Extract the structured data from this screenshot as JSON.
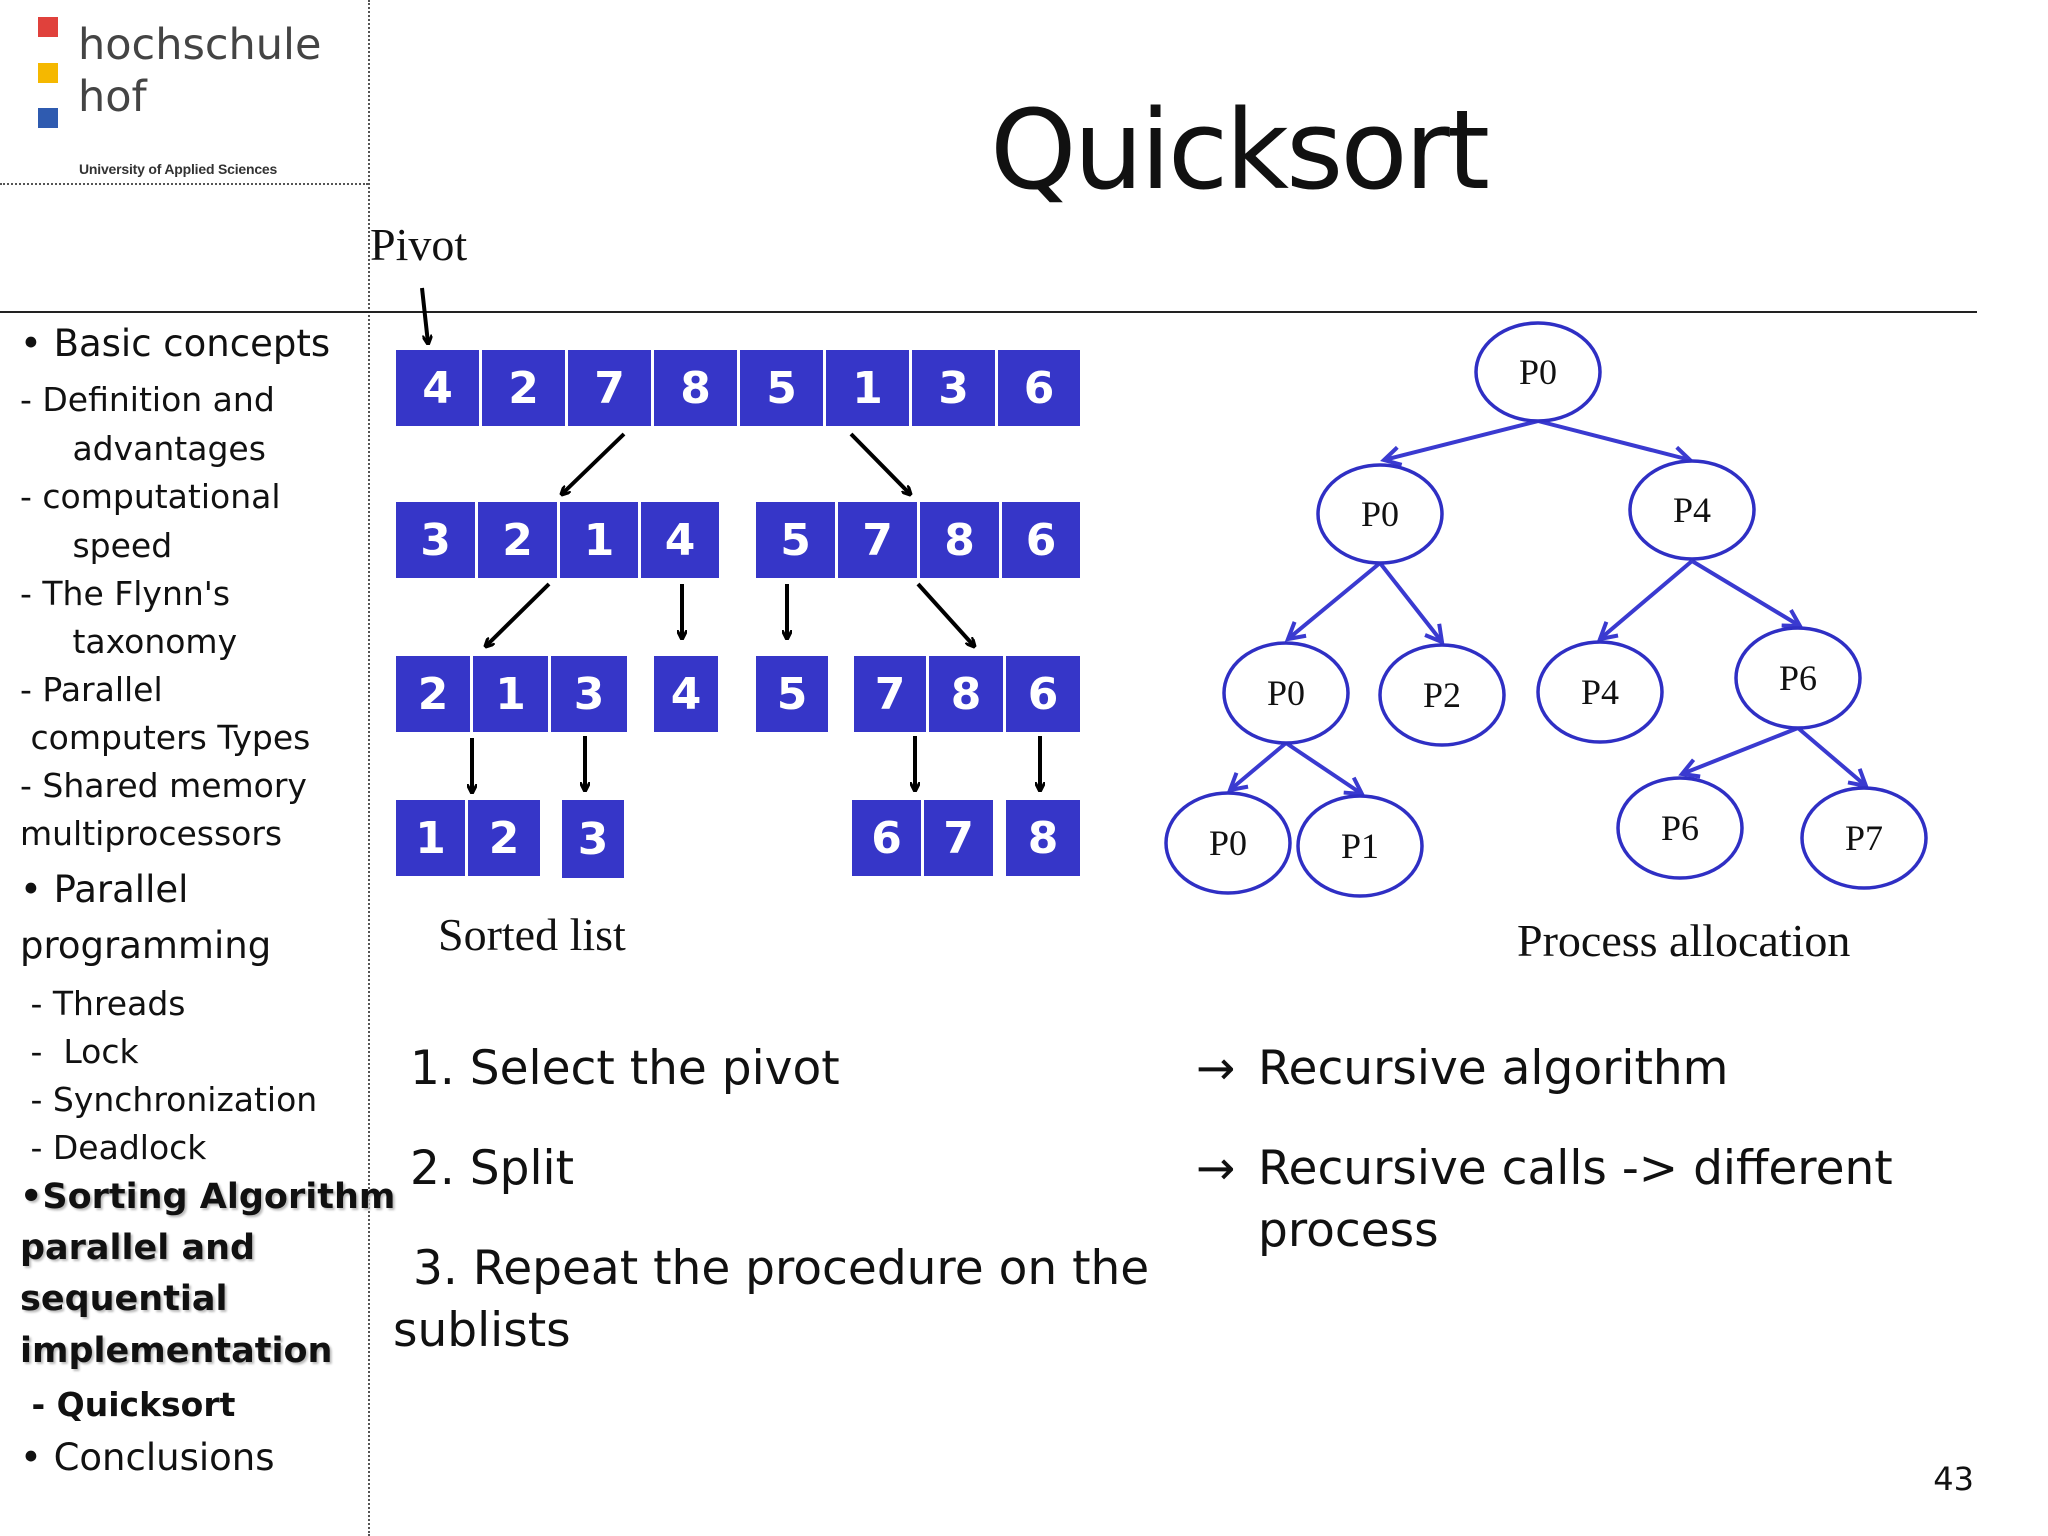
{
  "logo": {
    "line1": "hochschule",
    "line2": "hof",
    "subtitle": "University of Applied Sciences",
    "colors": [
      "#e0413c",
      "#f5b800",
      "#2f5bb0"
    ]
  },
  "slide": {
    "title": "Quicksort",
    "page_number": "43"
  },
  "sidebar": {
    "items": [
      {
        "text": "• Basic concepts",
        "level": 1
      },
      {
        "text": " - Definition and",
        "level": 2
      },
      {
        "text": "     advantages",
        "level": 2
      },
      {
        "text": " - computational",
        "level": 2
      },
      {
        "text": "     speed",
        "level": 2
      },
      {
        "text": " - The Flynn's",
        "level": 2
      },
      {
        "text": "     taxonomy",
        "level": 2
      },
      {
        "text": "- Parallel",
        "level": 2
      },
      {
        "text": " computers Types",
        "level": 2
      },
      {
        "text": " - Shared memory",
        "level": 2
      },
      {
        "text": "multiprocessors",
        "level": 2
      },
      {
        "text": "• Parallel",
        "level": 1
      },
      {
        "text": "programming",
        "level": 1
      },
      {
        "text": " - Threads",
        "level": 2
      },
      {
        "text": " -  Lock",
        "level": 2
      },
      {
        "text": " - Synchronization",
        "level": 2
      },
      {
        "text": " - Deadlock",
        "level": 2
      },
      {
        "text": "•Sorting Algorithm",
        "level": "active"
      },
      {
        "text": "parallel and",
        "level": "active"
      },
      {
        "text": "sequential",
        "level": "active"
      },
      {
        "text": "implementation",
        "level": "active"
      },
      {
        "text": " - Quicksort",
        "level": "active-sub"
      },
      {
        "text": "• Conclusions",
        "level": 1
      }
    ]
  },
  "sort_diagram": {
    "pivot_label": "Pivot",
    "row1": [
      "4",
      "2",
      "7",
      "8",
      "5",
      "1",
      "3",
      "6"
    ],
    "row2_left": [
      "3",
      "2",
      "1",
      "4"
    ],
    "row2_right": [
      "5",
      "7",
      "8",
      "6"
    ],
    "row3_a": [
      "2",
      "1",
      "3"
    ],
    "row3_b": [
      "4"
    ],
    "row3_c": [
      "5"
    ],
    "row3_d": [
      "7",
      "8",
      "6"
    ],
    "row4_a": [
      "1",
      "2"
    ],
    "row4_b": [
      "3"
    ],
    "row4_c": [
      "6",
      "7"
    ],
    "row4_d": [
      "8"
    ],
    "caption": "Sorted list",
    "cell_color": "#3636c8"
  },
  "process_tree": {
    "caption": "Process allocation",
    "nodes": {
      "root": "P0",
      "l1_left": "P0",
      "l1_right": "P4",
      "l2_a": "P0",
      "l2_b": "P2",
      "l2_c": "P4",
      "l2_d": "P6",
      "l3_a": "P0",
      "l3_b": "P1",
      "l3_c": "P6",
      "l3_d": "P7"
    },
    "edge_color": "#3a3ad0"
  },
  "steps": {
    "s1": "1. Select the pivot",
    "s2": "2. Split",
    "s3a": " 3. Repeat the procedure on the",
    "s3b": "sublists"
  },
  "notes": {
    "arrow_glyph": "→",
    "n1": "Recursive algorithm",
    "n2a": "Recursive calls -> different",
    "n2b": "process"
  }
}
